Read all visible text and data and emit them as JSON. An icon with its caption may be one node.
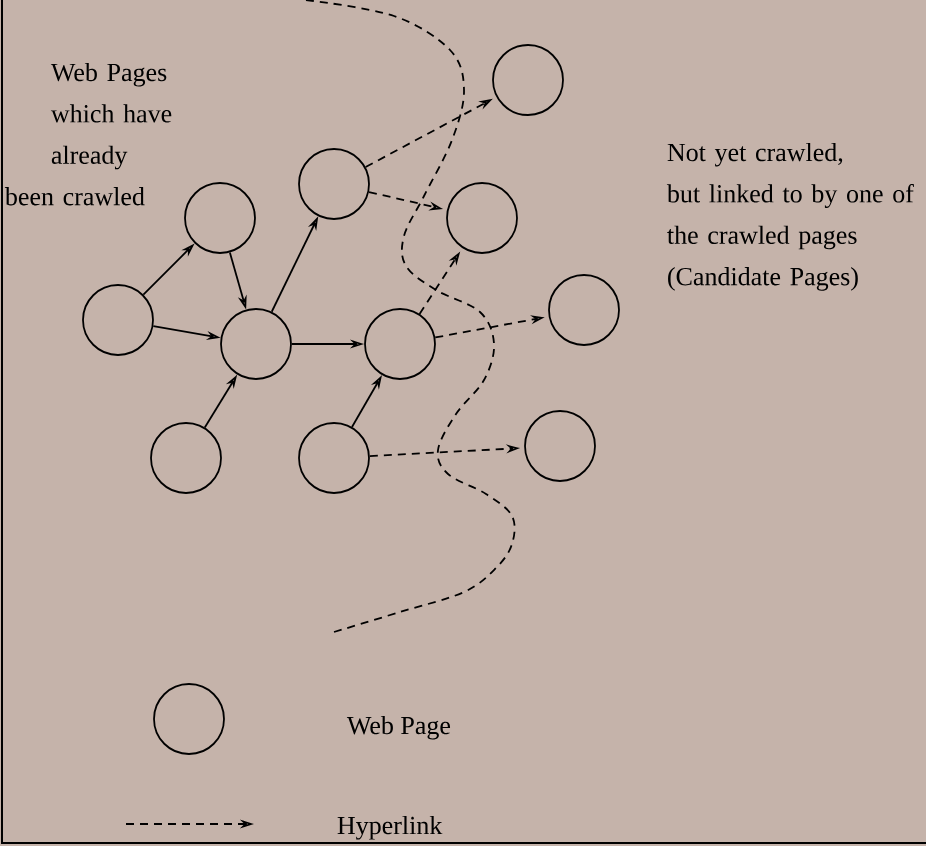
{
  "diagram": {
    "nodes": [
      {
        "text": [],
        "shape": "circle"
      },
      {
        "text": [],
        "shape": "circle"
      },
      {
        "text": [],
        "shape": "circle"
      },
      {
        "text": [],
        "shape": "circle"
      },
      {
        "text": [],
        "shape": "circle"
      },
      {
        "text": [],
        "shape": "circle"
      },
      {
        "text": [],
        "shape": "circle"
      },
      {
        "text": [],
        "shape": "circle"
      },
      {
        "text": [],
        "shape": "circle"
      },
      {
        "text": [],
        "shape": "circle"
      },
      {
        "text": [],
        "shape": "circle"
      }
    ],
    "edges": [
      {
        "from": 0,
        "to": 2,
        "arrow": "to"
      },
      {
        "from": 0,
        "to": 3,
        "arrow": "to"
      },
      {
        "from": 2,
        "to": 3,
        "arrow": "to"
      },
      {
        "from": 1,
        "to": 3,
        "arrow": "to"
      },
      {
        "from": 3,
        "to": 4,
        "arrow": "to"
      },
      {
        "from": 3,
        "to": 6,
        "arrow": "to"
      },
      {
        "from": 5,
        "to": 6,
        "arrow": "to"
      },
      {
        "from": 4,
        "to": 8,
        "arrow": "to",
        "style": "dashed"
      },
      {
        "from": 4,
        "to": 7,
        "arrow": "to",
        "style": "dashed"
      },
      {
        "from": 6,
        "to": 7,
        "arrow": "to",
        "style": "dashed"
      },
      {
        "from": 6,
        "to": 10,
        "arrow": "to",
        "style": "dashed"
      },
      {
        "from": 5,
        "to": 9,
        "arrow": "to",
        "style": "dashed"
      }
    ],
    "labels": [
      "Web Pages which have already been crawled",
      "Not yet crawled, but linked to by one of the crawled pages (Candidate Pages)"
    ],
    "legend": [
      {
        "text": "Web Page"
      },
      {
        "text": "Hyperlink"
      }
    ]
  }
}
